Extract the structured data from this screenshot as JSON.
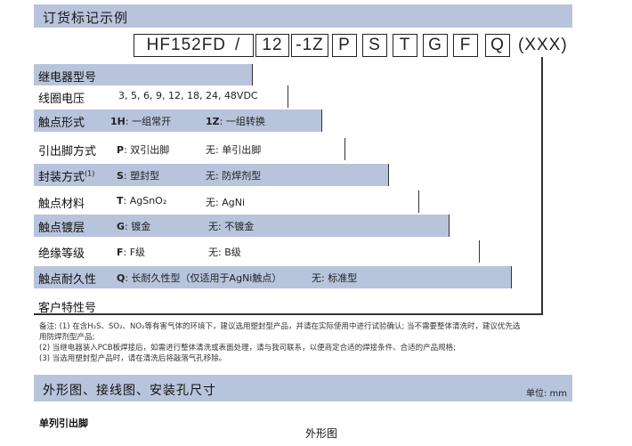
{
  "header": {
    "title": "订货标记示例"
  },
  "code": {
    "model": "HF152FD",
    "sep1": "/",
    "voltage": "12",
    "contact": "-1Z",
    "terminal": "P",
    "seal": "S",
    "material": "T",
    "plating": "G",
    "insulation": "F",
    "life": "Q",
    "special": "(XXX)"
  },
  "rows": [
    {
      "label": "继电器型号"
    },
    {
      "label": "线圈电压",
      "v1": "3, 5, 6, 9, 12, 18, 24, 48VDC"
    },
    {
      "label": "触点形式",
      "k1": "1H",
      "v1": ": 一组常开",
      "k2": "1Z",
      "v2": ": 一组转换"
    },
    {
      "label": "引出脚方式",
      "k1": "P",
      "v1": ": 双引出脚",
      "v2": "无: 单引出脚"
    },
    {
      "label": "封装方式",
      "sup": "(1)",
      "k1": "S",
      "v1": ": 塑封型",
      "v2": "无: 防焊剂型"
    },
    {
      "label": "触点材料",
      "k1": "T",
      "v1": ": AgSnO₂",
      "v2": "无: AgNi"
    },
    {
      "label": "触点镀层",
      "k1": "G",
      "v1": ": 镀金",
      "v2": "无: 不镀金"
    },
    {
      "label": "绝缘等级",
      "k1": "F",
      "v1": ": F级",
      "v2": "无: B级"
    },
    {
      "label": "触点耐久性",
      "k1": "Q",
      "v1": ": 长耐久性型（仅适用于AgNi触点）",
      "v2": "无: 标准型"
    },
    {
      "label": "客户特性号"
    }
  ],
  "notes": [
    "备注:  (1) 在含H₂S、SO₂、NO₂等有害气体的环境下，建议选用塑封型产品，并请在实际使用中进行试验确认; 当不需要整体清洗时，建议优先选",
    "              用防焊剂型产品;",
    "          (2) 当继电器装入PCB板焊接后，如需进行整体清洗或表面处理，请与我司联系，以便商定合适的焊接条件、合适的产品规格;",
    "          (3) 当选用塑封型产品时，请在清洗后将敲落气孔移除。"
  ],
  "section": {
    "title": "外形图、接线图、安装孔尺寸",
    "unit": "单位: mm"
  },
  "sub": {
    "left": "单列引出脚",
    "center": "外形图"
  }
}
